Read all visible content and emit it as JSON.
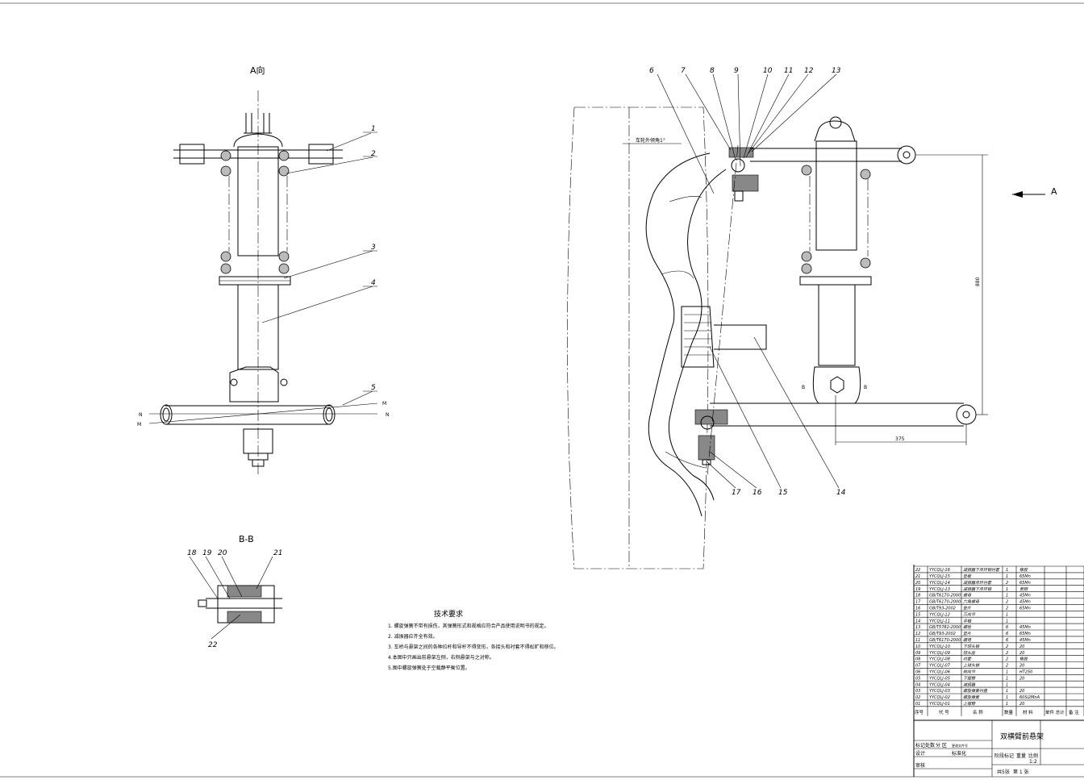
{
  "views": {
    "front_label": "A向",
    "section_label": "B-B",
    "arrow_label": "A",
    "section_mark_left": "B",
    "section_mark_right": "B",
    "n_mark": "N",
    "m_mark": "M",
    "camber_note": "车轮外倾角1°",
    "dim_vertical": "880",
    "dim_horizontal": "375"
  },
  "balloons": [
    "1",
    "2",
    "3",
    "4",
    "5",
    "6",
    "7",
    "8",
    "9",
    "10",
    "11",
    "12",
    "13",
    "14",
    "15",
    "16",
    "17",
    "18",
    "19",
    "20",
    "21",
    "22"
  ],
  "tech_requirements": {
    "title": "技术要求",
    "items": [
      "1. 螺旋弹簧不带有损伤，其弹簧形式和规格应符合产品使用说明书的规定。",
      "2. 减振器应齐全有效。",
      "3. 车桥与悬架之间的各种拉杆和导杆不得变形，各接头和衬套不得松旷和移位。",
      "4.本图中只画出前悬架左侧，右侧悬架与之对称。",
      "5.图中螺旋弹簧处于空载静平衡位置。"
    ]
  },
  "parts_list": [
    {
      "no": "22",
      "code": "YYCQLJ-16",
      "name": "减振器下吊环钢衬套",
      "qty": "1",
      "material": "橡胶"
    },
    {
      "no": "21",
      "code": "YYCQLJ-15",
      "name": "垫板",
      "qty": "1",
      "material": "65Mn"
    },
    {
      "no": "20",
      "code": "YYCQLJ-14",
      "name": "减振器吊环衬套",
      "qty": "2",
      "material": "65Mn"
    },
    {
      "no": "19",
      "code": "YYCQLJ-13",
      "name": "减振器下吊环销",
      "qty": "1",
      "material": "黄铜"
    },
    {
      "no": "18",
      "code": "GB/T6170-2000",
      "name": "螺母",
      "qty": "1",
      "material": "45Mn"
    },
    {
      "no": "17",
      "code": "GB/T6170-2000",
      "name": "六角螺母",
      "qty": "2",
      "material": "45Mn"
    },
    {
      "no": "16",
      "code": "GB/T93-2002",
      "name": "垫片",
      "qty": "2",
      "material": "65Mn"
    },
    {
      "no": "15",
      "code": "YYCQLJ-12",
      "name": "万向节",
      "qty": "1",
      "material": ""
    },
    {
      "no": "14",
      "code": "YYCQLJ-11",
      "name": "半轴",
      "qty": "1",
      "material": ""
    },
    {
      "no": "13",
      "code": "GB/T5782-2000",
      "name": "螺栓",
      "qty": "6",
      "material": "45Mn"
    },
    {
      "no": "12",
      "code": "GB/T93-2002",
      "name": "垫片",
      "qty": "6",
      "material": "65Mn"
    },
    {
      "no": "11",
      "code": "GB/T6170-2000",
      "name": "螺母",
      "qty": "6",
      "material": "45Mn"
    },
    {
      "no": "10",
      "code": "YYCQLJ-10",
      "name": "下球头销",
      "qty": "2",
      "material": "20"
    },
    {
      "no": "09",
      "code": "YYCQLJ-09",
      "name": "球头座",
      "qty": "2",
      "material": "20"
    },
    {
      "no": "08",
      "code": "YYCQLJ-08",
      "name": "衬套",
      "qty": "2",
      "material": "橡胶"
    },
    {
      "no": "07",
      "code": "YYCQLJ-07",
      "name": "上球头销",
      "qty": "2",
      "material": "20"
    },
    {
      "no": "06",
      "code": "YYCQLJ-06",
      "name": "转向节",
      "qty": "1",
      "material": "HT250"
    },
    {
      "no": "05",
      "code": "YYCQLJ-05",
      "name": "下摆臂",
      "qty": "1",
      "material": "20"
    },
    {
      "no": "04",
      "code": "YYCQLJ-04",
      "name": "减振器",
      "qty": "1",
      "material": ""
    },
    {
      "no": "03",
      "code": "YYCQLJ-03",
      "name": "螺旋弹簧衬盘",
      "qty": "1",
      "material": "20"
    },
    {
      "no": "02",
      "code": "YYCQLJ-02",
      "name": "螺旋弹簧",
      "qty": "1",
      "material": "60Si2MnA"
    },
    {
      "no": "01",
      "code": "YYCQLJ-01",
      "name": "上摆臂",
      "qty": "1",
      "material": "20"
    }
  ],
  "parts_header": {
    "no": "序号",
    "code": "代 号",
    "name": "名 称",
    "qty": "数量",
    "material": "材 料",
    "weight": "单件 总计",
    "remark": "备 注"
  },
  "title_block": {
    "title": "双横臂前悬架",
    "marks": "标记",
    "count": "处数",
    "zone": "分 区",
    "change_doc": "更改文件号",
    "design": "设计",
    "standard": "标准化",
    "review": "审核",
    "stage_mark": "阶段标记",
    "weight": "重量",
    "scale": "比例",
    "scale_value": "1:2",
    "sheets": "共5张",
    "sheet": "第 1 张"
  }
}
